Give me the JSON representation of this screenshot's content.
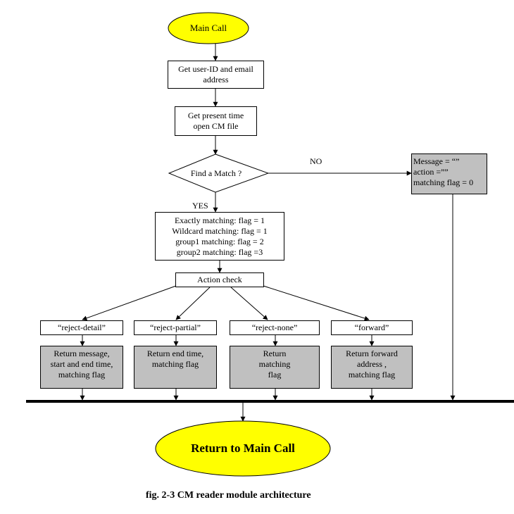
{
  "start": {
    "label": "Main Call"
  },
  "step_get_user": {
    "lines": [
      "Get user-ID and email",
      "address"
    ]
  },
  "step_get_time": {
    "lines": [
      "Get present time",
      "open CM file"
    ]
  },
  "decision": {
    "label": "Find a Match ?",
    "no_label": "NO",
    "yes_label": "YES"
  },
  "no_match_box": {
    "lines": [
      "Message = “”",
      "action =””",
      "matching flag = 0"
    ]
  },
  "flags_box": {
    "lines": [
      "Exactly matching: flag = 1",
      "Wildcard matching: flag = 1",
      "group1 matching: flag = 2",
      "group2 matching: flag =3"
    ]
  },
  "action_check": {
    "label": "Action check"
  },
  "actions": [
    {
      "label": "“reject-detail”",
      "result_lines": [
        "Return message,",
        "start and end time,",
        "matching flag"
      ]
    },
    {
      "label": "“reject-partial”",
      "result_lines": [
        "Return end time,",
        "matching flag"
      ]
    },
    {
      "label": "“reject-none”",
      "result_lines": [
        "Return",
        "matching",
        "flag"
      ]
    },
    {
      "label": "“forward”",
      "result_lines": [
        "Return forward",
        "address ,",
        "matching flag"
      ]
    }
  ],
  "end": {
    "label": "Return to Main Call"
  },
  "caption": "fig. 2-3 CM reader module architecture",
  "colors": {
    "terminal_fill": "#ffff00",
    "result_fill": "#c0c0c0",
    "line": "#000000"
  }
}
